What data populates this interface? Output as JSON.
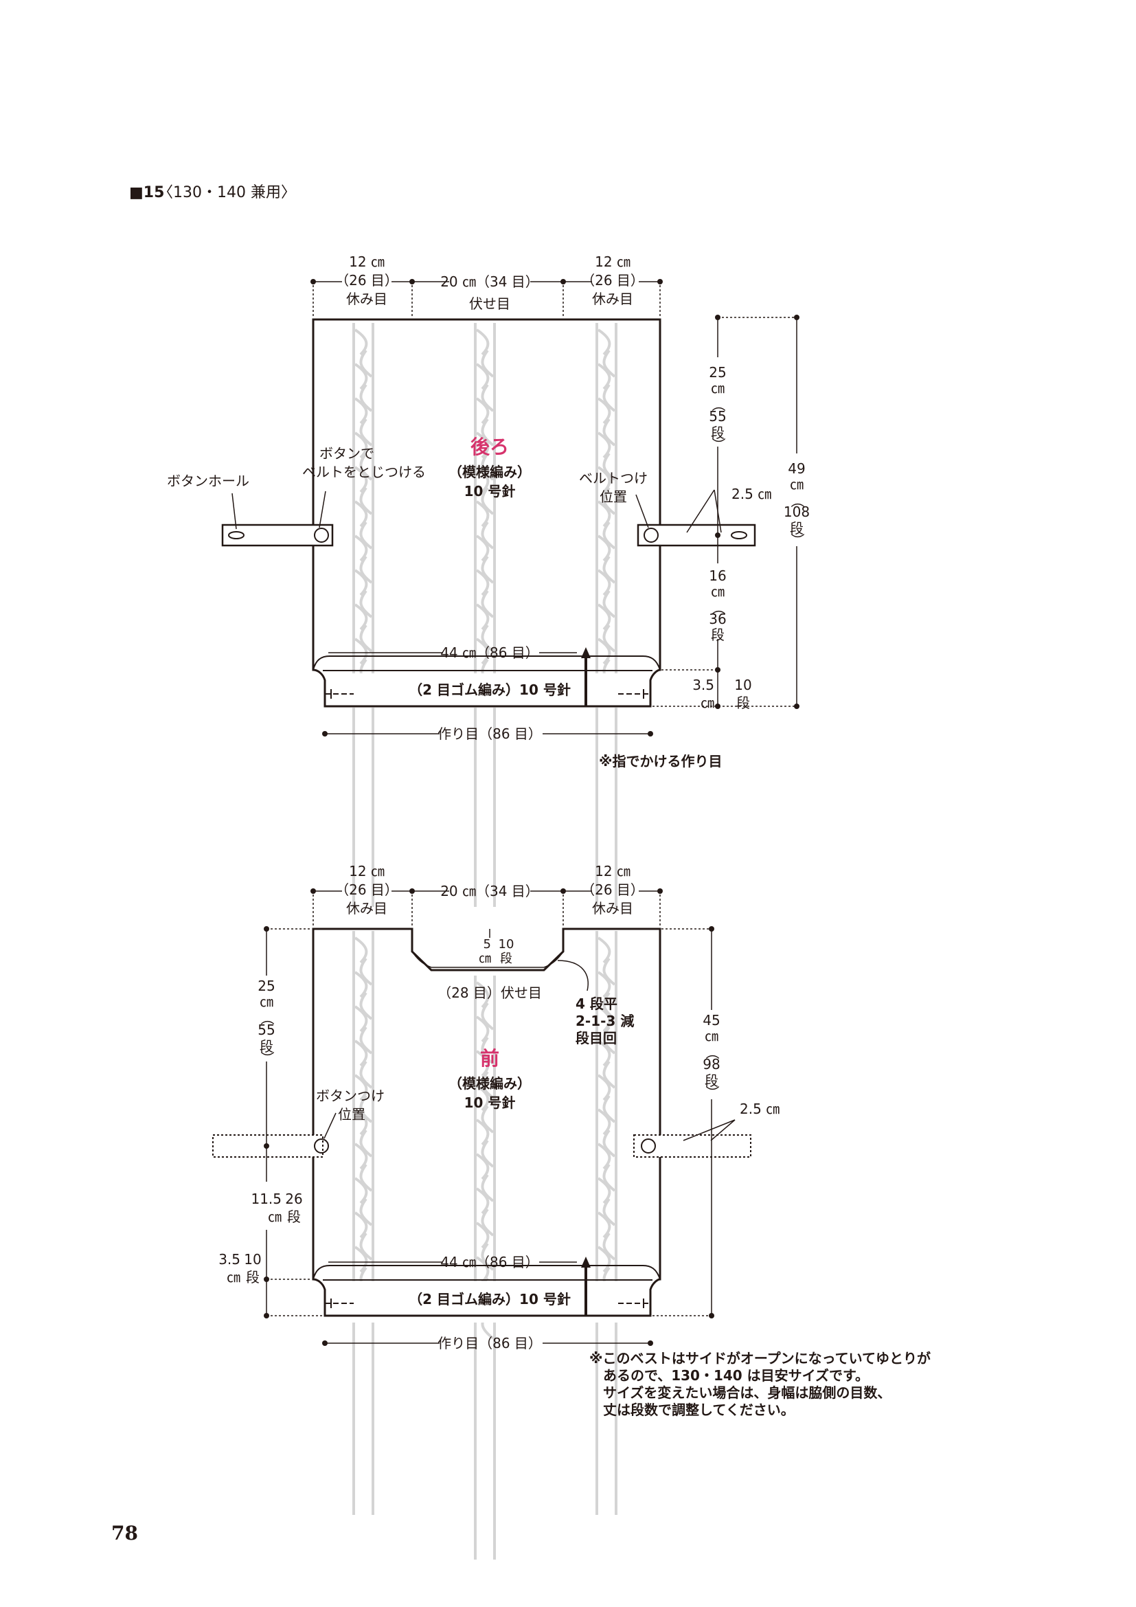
{
  "header": {
    "number": "■15",
    "sizes": "〈130・140 兼用〉"
  },
  "back": {
    "title": "後ろ",
    "stitch": "（模様編み）",
    "needle": "10 号針",
    "top_left": {
      "cm": "12 ㎝",
      "sts": "（26 目）",
      "note": "休み目"
    },
    "top_mid": {
      "label": "20 ㎝（34 目）",
      "note": "伏せ目"
    },
    "top_right": {
      "cm": "12 ㎝",
      "sts": "（26 目）",
      "note": "休み目"
    },
    "right_upper": [
      "25",
      "㎝",
      "（",
      "55",
      "段",
      "）"
    ],
    "right_total": [
      "49",
      "㎝",
      "（",
      "108",
      "段",
      "）"
    ],
    "right_lower": [
      "16",
      "㎝",
      "（",
      "36",
      "段",
      "）"
    ],
    "rib_dim": {
      "cm": "3.5",
      "unit": "㎝",
      "rows": "10",
      "dan": "段"
    },
    "gap": "2.5 ㎝",
    "buttonhole": "ボタンホール",
    "sew_button_1": "ボタンで",
    "sew_button_2": "ベルトをとじつける",
    "belt_pos_1": "ベルトつけ",
    "belt_pos_2": "位置",
    "width": "44 ㎝（86 目）",
    "rib": "（2 目ゴム編み）10 号針",
    "cast_on": "作り目（86 目）",
    "cast_on_note": "※指でかける作り目"
  },
  "front": {
    "title": "前",
    "stitch": "（模様編み）",
    "needle": "10 号針",
    "top_left": {
      "cm": "12 ㎝",
      "sts": "（26 目）",
      "note": "休み目"
    },
    "top_mid": {
      "label": "20 ㎝（34 目）"
    },
    "top_right": {
      "cm": "12 ㎝",
      "sts": "（26 目）",
      "note": "休み目"
    },
    "neck": {
      "cm": "5",
      "unit": "㎝",
      "rows": "10",
      "dan": "段"
    },
    "neck_bind": "（28 目）伏せ目",
    "decrease_1": "4 段平",
    "decrease_2": "2-1-3 減",
    "decrease_3": "段目回",
    "left_upper": [
      "25",
      "㎝",
      "（",
      "55",
      "段",
      "）"
    ],
    "left_lower": {
      "cm": "11.5",
      "unit": "㎝",
      "rows": "26",
      "dan": "段"
    },
    "left_rib": {
      "cm": "3.5",
      "unit": "㎝",
      "rows": "10",
      "dan": "段"
    },
    "right_total": [
      "45",
      "㎝",
      "（",
      "98",
      "段",
      "）"
    ],
    "gap": "2.5 ㎝",
    "button_pos_1": "ボタンつけ",
    "button_pos_2": "位置",
    "width": "44 ㎝（86 目）",
    "rib": "（2 目ゴム編み）10 号針",
    "cast_on": "作り目（86 目）"
  },
  "note": [
    "※このベストはサイドがオープンになっていてゆとりが",
    "　あるので、130・140 は目安サイズです。",
    "　サイズを変えたい場合は、身幅は脇側の目数、",
    "　丈は段数で調整してください。"
  ],
  "page_number": "78"
}
